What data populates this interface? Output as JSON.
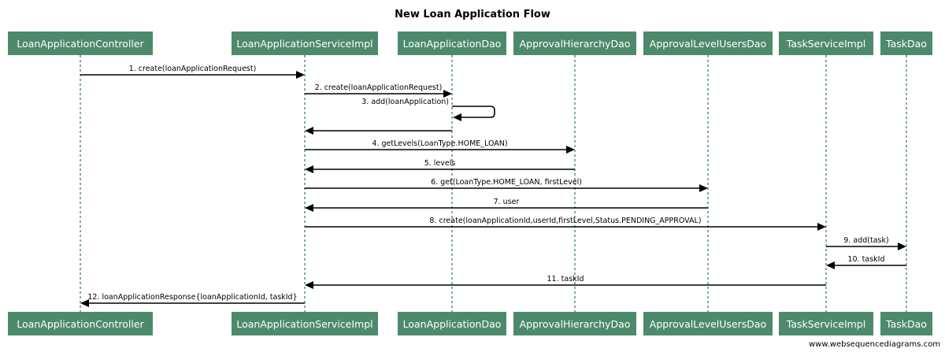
{
  "diagram": {
    "title": "New Loan Application Flow",
    "footer": "www.websequencediagrams.com",
    "colors": {
      "actor_fill": "#4d8a6c",
      "actor_text": "#ffffff",
      "lifeline": "#4d8a6c",
      "arrow": "#000000"
    },
    "participants": [
      "LoanApplicationController",
      "LoanApplicationServiceImpl",
      "LoanApplicationDao",
      "ApprovalHierarchyDao",
      "ApprovalLevelUsersDao",
      "TaskServiceImpl",
      "TaskDao"
    ],
    "messages": [
      {
        "from": 0,
        "to": 1,
        "label": "1. create(loanApplicationRequest)"
      },
      {
        "from": 1,
        "to": 2,
        "label": "2. create(loanApplicationRequest)"
      },
      {
        "from": 2,
        "to": 2,
        "label": "3. add(loanApplication)"
      },
      {
        "from": 2,
        "to": 1,
        "label": ""
      },
      {
        "from": 1,
        "to": 3,
        "label": "4. getLevels(LoanType.HOME_LOAN)"
      },
      {
        "from": 3,
        "to": 1,
        "label": "5. levels"
      },
      {
        "from": 1,
        "to": 4,
        "label": "6. get(LoanType.HOME_LOAN, firstLevel)"
      },
      {
        "from": 4,
        "to": 1,
        "label": "7. user"
      },
      {
        "from": 1,
        "to": 5,
        "label": "8. create(loanApplicationId,userId,firstLevel,Status.PENDING_APPROVAL)"
      },
      {
        "from": 5,
        "to": 6,
        "label": "9. add(task)"
      },
      {
        "from": 6,
        "to": 5,
        "label": "10. taskId"
      },
      {
        "from": 5,
        "to": 1,
        "label": "11. taskId"
      },
      {
        "from": 1,
        "to": 0,
        "label": "12. loanApplicationResponse{loanApplicationId, taskId}"
      }
    ]
  }
}
